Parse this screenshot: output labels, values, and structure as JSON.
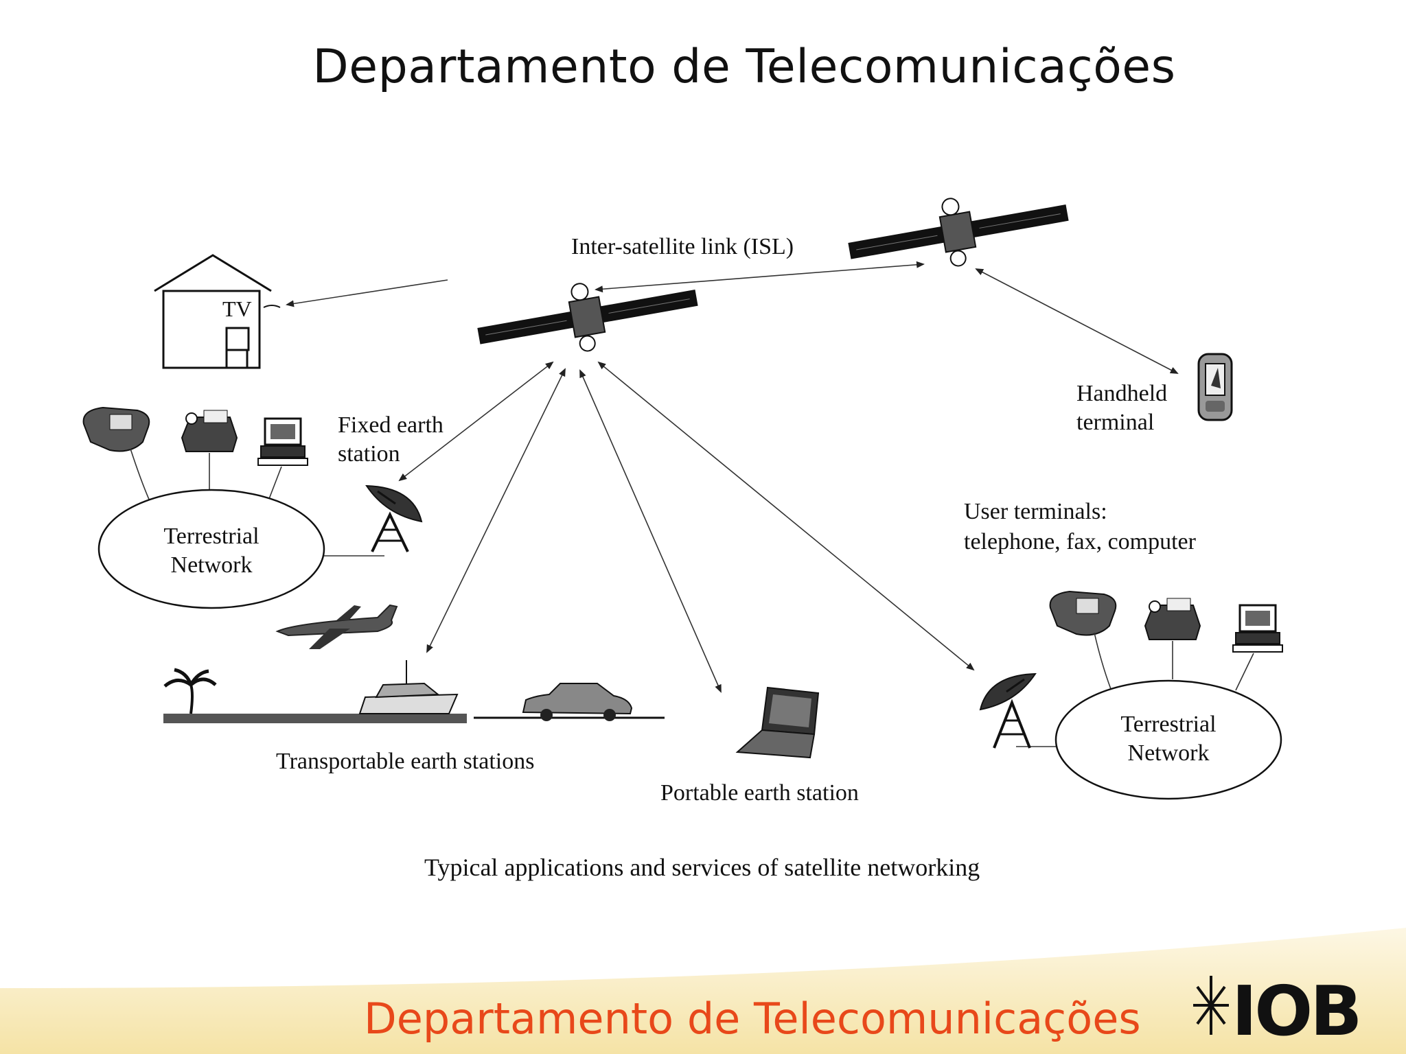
{
  "slide": {
    "title": "Departamento de Telecomunicações",
    "footer_title": "Departamento de Telecomunicações",
    "logo_text": "IOB",
    "accent_color": "#e8481a",
    "footer_band_color": "#f6e6ad"
  },
  "diagram": {
    "labels": {
      "isl": "Inter-satellite link (ISL)",
      "tv": "TV",
      "fixed_line1": "Fixed earth",
      "fixed_line2": "station",
      "handheld_line1": "Handheld",
      "handheld_line2": "terminal",
      "user_line1": "User terminals:",
      "user_line2": "telephone, fax, computer",
      "terrestrial_left_line1": "Terrestrial",
      "terrestrial_left_line2": "Network",
      "terrestrial_right_line1": "Terrestrial",
      "terrestrial_right_line2": "Network",
      "transportable": "Transportable earth stations",
      "portable": "Portable earth station",
      "caption": "Typical applications and services of satellite networking"
    },
    "icons": [
      "satellite-icon",
      "house-icon",
      "telephone-icon",
      "fax-icon",
      "computer-icon",
      "dish-antenna-icon",
      "airplane-icon",
      "ship-icon",
      "car-icon",
      "palm-tree-icon",
      "laptop-icon",
      "handheld-terminal-icon"
    ]
  }
}
